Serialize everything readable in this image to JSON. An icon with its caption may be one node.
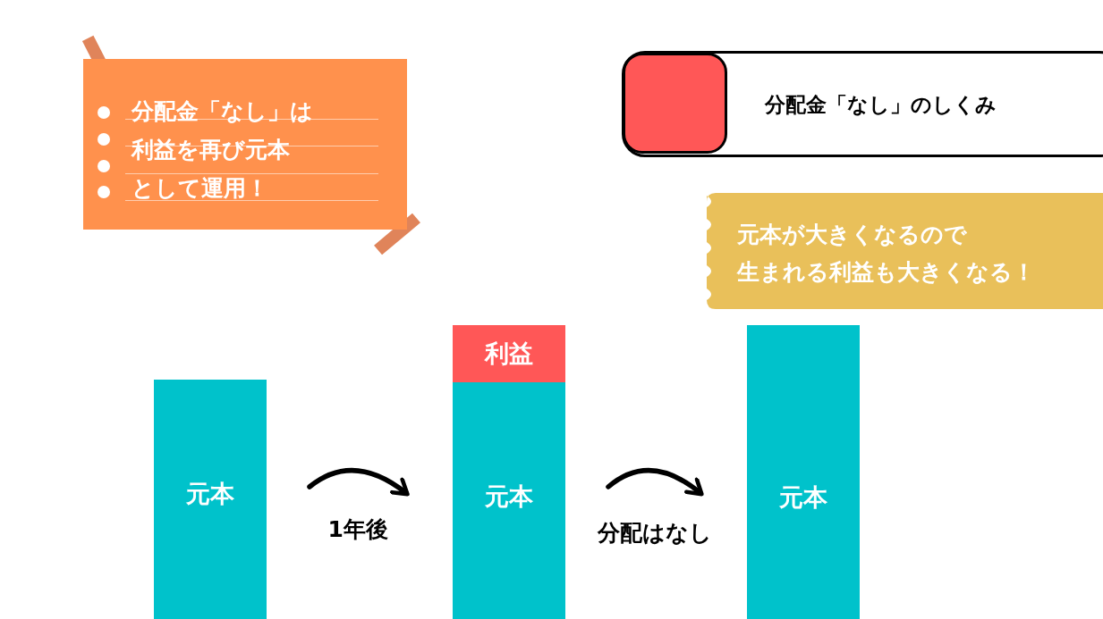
{
  "diagram": {
    "nodes": [
      {
        "text": [
          "分配金「なし」は",
          "利益を再び元本",
          "として運用！"
        ]
      },
      {
        "text": [
          "分配金「なし」のしくみ"
        ]
      },
      {
        "text": [
          "元本が大きくなるので",
          "生まれる利益も大きくなる！"
        ]
      },
      {
        "text": [
          "元本"
        ]
      },
      {
        "text": [
          "利益"
        ]
      },
      {
        "text": [
          "元本"
        ]
      },
      {
        "text": [
          "元本"
        ]
      },
      {
        "text": [],
        "shape": "box",
        "in": 1
      }
    ],
    "edges": [
      {
        "from": 3,
        "to": 5,
        "arrow": "to",
        "label": "1年後"
      },
      {
        "from": 5,
        "to": 6,
        "arrow": "to",
        "label": "分配はなし"
      }
    ]
  }
}
